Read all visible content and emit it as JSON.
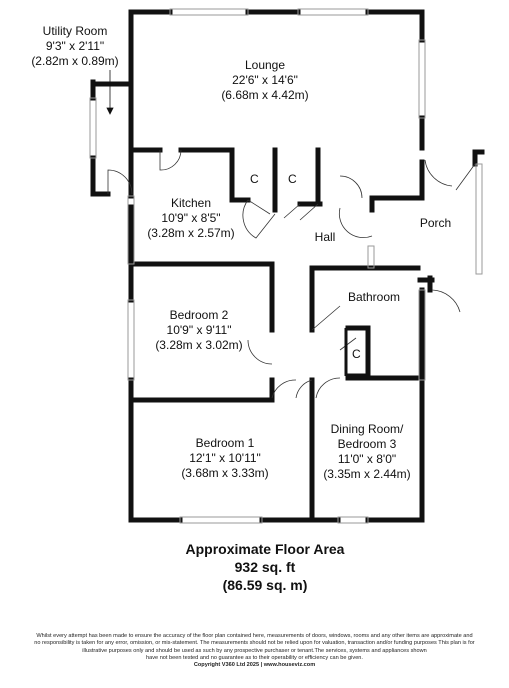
{
  "rooms": {
    "utility": {
      "name": "Utility Room",
      "imperial": "9'3\" x 2'11\"",
      "metric": "(2.82m x 0.89m)"
    },
    "lounge": {
      "name": "Lounge",
      "imperial": "22'6\" x 14'6\"",
      "metric": "(6.68m x 4.42m)"
    },
    "kitchen": {
      "name": "Kitchen",
      "imperial": "10'9\" x 8'5\"",
      "metric": "(3.28m x 2.57m)"
    },
    "hall": {
      "name": "Hall"
    },
    "porch": {
      "name": "Porch"
    },
    "bathroom": {
      "name": "Bathroom"
    },
    "bedroom2": {
      "name": "Bedroom 2",
      "imperial": "10'9\" x 9'11\"",
      "metric": "(3.28m x 3.02m)"
    },
    "bedroom1": {
      "name": "Bedroom 1",
      "imperial": "12'1\" x 10'11\"",
      "metric": "(3.68m x 3.33m)"
    },
    "dining": {
      "name": "Dining Room/",
      "name2": "Bedroom 3",
      "imperial": "11'0\" x 8'0\"",
      "metric": "(3.35m x 2.44m)"
    }
  },
  "closets": {
    "c1": "C",
    "c2": "C",
    "c3": "C"
  },
  "floor_area": {
    "title": "Approximate Floor Area",
    "sqft": "932 sq. ft",
    "sqm": "(86.59 sq. m)"
  },
  "disclaimer": {
    "line1": "Whilst every attempt has been made to ensure the accuracy of the floor plan contained here, measurements of doors, windows, rooms and any other items are approximate and",
    "line2": "no responsibility is taken for any error, omission, or mis-statement.  The measurements should not be relied upon for valuation, transaction and/or funding purposes This plan is for",
    "line3": "illustrative purposes only and should be used as such by any prospective purchaser or tenant.The services, systems and appliances shown",
    "line4": "have not been tested and no guarantee as to their operability or efficiency can be given.",
    "copyright": "Copyright V360 Ltd 2025 | www.houseviz.com"
  },
  "colors": {
    "wall": "#111111",
    "window": "#9a9a9a",
    "background": "#ffffff"
  }
}
